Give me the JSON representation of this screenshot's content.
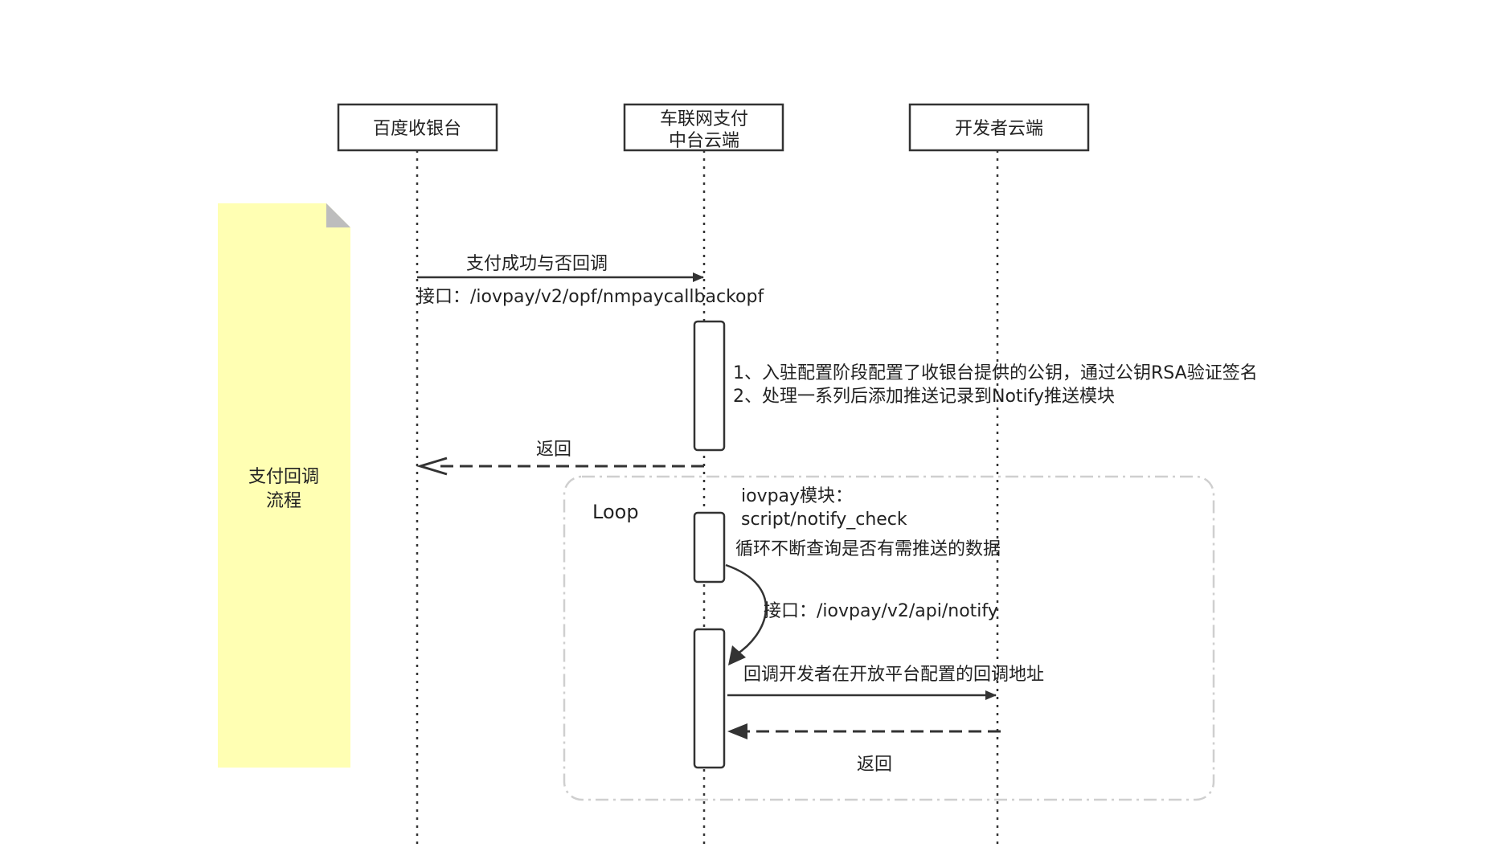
{
  "participants": [
    {
      "id": "cashier",
      "label": "百度收银台"
    },
    {
      "id": "middle",
      "label_line1": "车联网支付",
      "label_line2": "中台云端"
    },
    {
      "id": "developer",
      "label": "开发者云端"
    }
  ],
  "note": {
    "line1": "支付回调",
    "line2": "流程"
  },
  "messages": {
    "m1_label": "支付成功与否回调",
    "m1_interface": "接口：/iovpay/v2/opf/nmpaycallbackopf",
    "step1": "1、入驻配置阶段配置了收银台提供的公钥，通过公钥RSA验证签名",
    "step2": "2、处理一系列后添加推送记录到Notify推送模块",
    "return1": "返回",
    "loop_title": "Loop",
    "module_line1": "iovpay模块：",
    "module_line2": "script/notify_check",
    "loop_query": "循环不断查询是否有需推送的数据",
    "notify_interface": "接口：/iovpay/v2/api/notify",
    "callback": "回调开发者在开放平台配置的回调地址",
    "return2": "返回"
  },
  "colors": {
    "note_fill": "#ffffb3",
    "note_fold": "#bdbdbd",
    "line": "#333333",
    "loop_border": "#cfcfcf"
  }
}
